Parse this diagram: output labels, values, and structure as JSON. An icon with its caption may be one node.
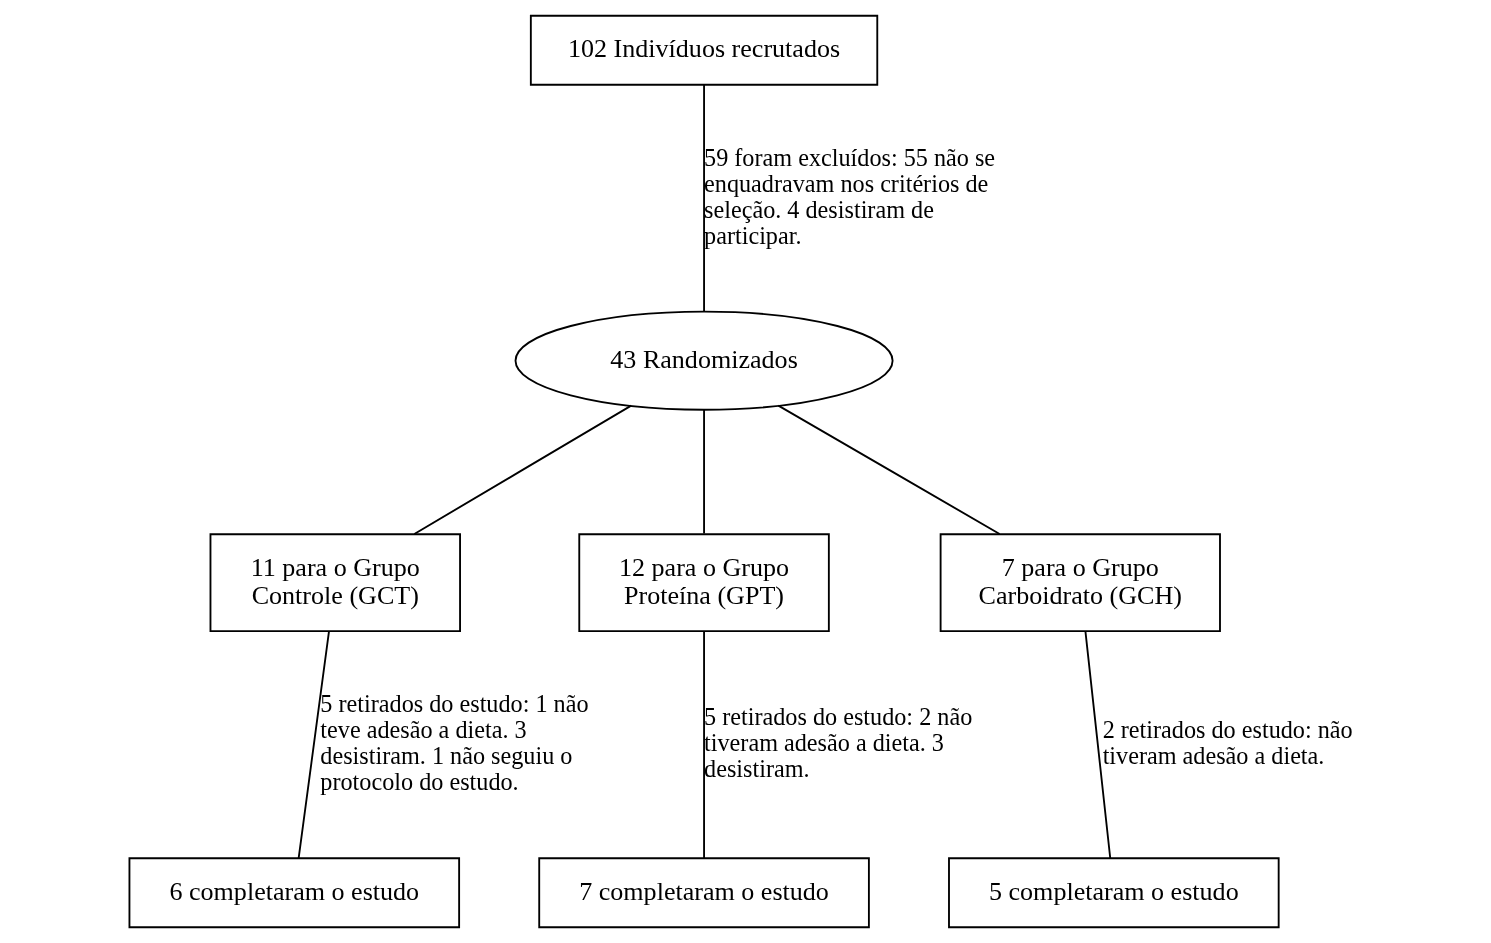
{
  "diagram": {
    "nodes": [
      {
        "text": [
          "102 Indivíduos recrutados"
        ]
      },
      {
        "text": [
          "43 Randomizados"
        ]
      },
      {
        "text": [
          "11 para o Grupo Controle (GCT)"
        ]
      },
      {
        "text": [
          "12 para o Grupo Proteína (GPT)"
        ]
      },
      {
        "text": [
          "7 para o Grupo Carboidrato (GCH)"
        ]
      },
      {
        "text": [
          "6 completaram o estudo"
        ]
      },
      {
        "text": [
          "7 completaram o estudo"
        ]
      },
      {
        "text": [
          "5 completaram o estudo"
        ]
      }
    ],
    "edges": [
      {
        "from": 0,
        "to": 1,
        "arrow": "none",
        "label": "59 foram excluídos: 55 não se enquadravam nos critérios de seleção. 4 desistiram de participar."
      },
      {
        "from": 1,
        "to": 2,
        "arrow": "none"
      },
      {
        "from": 1,
        "to": 3,
        "arrow": "none"
      },
      {
        "from": 1,
        "to": 4,
        "arrow": "none"
      },
      {
        "from": 2,
        "to": 5,
        "arrow": "none",
        "label": "5 retirados do estudo: 1 não teve adesão a dieta. 3 desistiram. 1 não seguiu o protocolo do estudo."
      },
      {
        "from": 3,
        "to": 6,
        "arrow": "none",
        "label": "5 retirados do estudo: 2 não tiveram adesão a dieta. 3 desistiram."
      },
      {
        "from": 4,
        "to": 7,
        "arrow": "none",
        "label": "2 retirados do estudo: não tiveram adesão a dieta."
      }
    ]
  }
}
